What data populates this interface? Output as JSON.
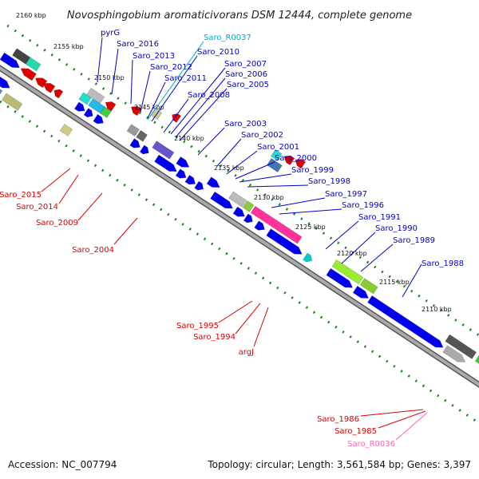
{
  "title": "Novosphingobium aromaticivorans DSM 12444, complete genome",
  "footer": {
    "accession": "Accession: NC_007794",
    "summary": "Topology: circular; Length: 3,561,584 bp; Genes: 3,397"
  },
  "colors": {
    "forward_label": "#0000cc",
    "reverse_label": "#dd0000",
    "rna_label": "#00aacc",
    "rna_label_reverse": "#ff66aa",
    "backbone": "#7a7a7a",
    "dots": "#118811"
  },
  "kbp_ticks": [
    "2160 kbp",
    "2155 kbp",
    "2150 kbp",
    "2145 kbp",
    "2140 kbp",
    "2135 kbp",
    "2130 kbp",
    "2125 kbp",
    "2120 kbp",
    "2115 kbp",
    "2110 kbp"
  ],
  "forward_genes": [
    "pyrG",
    "Saro_2016",
    "Saro_2013",
    "Saro_2012",
    "Saro_2011",
    "Saro_2010",
    "Saro_2008",
    "Saro_2007",
    "Saro_2006",
    "Saro_2005",
    "Saro_2003",
    "Saro_2002",
    "Saro_2001",
    "Saro_2000",
    "Saro_1999",
    "Saro_1998",
    "Saro_1997",
    "Saro_1996",
    "Saro_1991",
    "Saro_1990",
    "Saro_1989",
    "Saro_1988"
  ],
  "forward_rna": [
    "Saro_R0037"
  ],
  "reverse_genes": [
    "Saro_2015",
    "Saro_2014",
    "Saro_2009",
    "Saro_2004",
    "Saro_1995",
    "Saro_1994",
    "argJ",
    "Saro_1986",
    "Saro_1985"
  ],
  "reverse_rna": [
    "Saro_R0036"
  ]
}
